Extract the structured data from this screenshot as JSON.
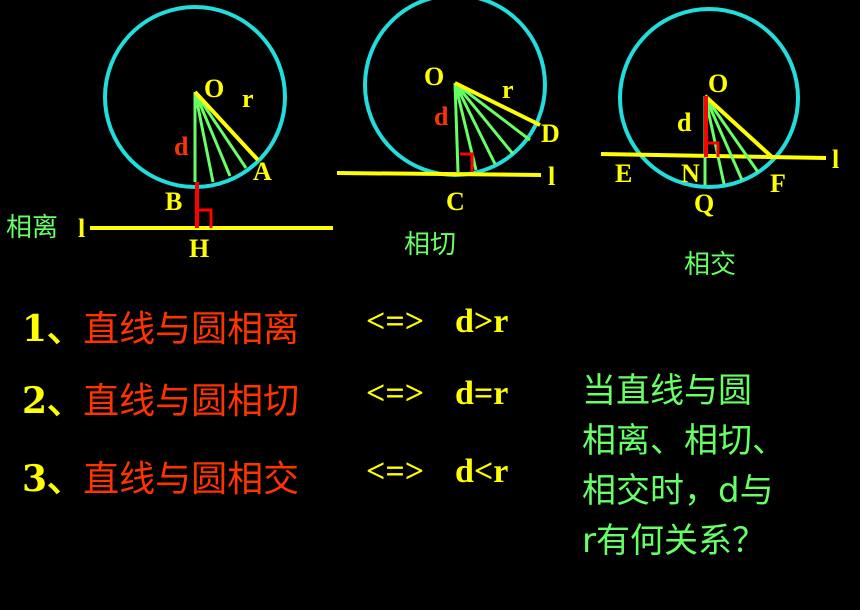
{
  "diagram1": {
    "labels": {
      "O": "O",
      "r": "r",
      "d": "d",
      "A": "A",
      "B": "B",
      "H": "H",
      "l": "l"
    },
    "caption": "相离"
  },
  "diagram2": {
    "labels": {
      "O": "O",
      "r": "r",
      "d": "d",
      "D": "D",
      "C": "C",
      "l": "l"
    },
    "caption": "相切"
  },
  "diagram3": {
    "labels": {
      "O": "O",
      "d": "d",
      "E": "E",
      "N": "N",
      "Q": "Q",
      "F": "F",
      "l": "l"
    },
    "caption": "相交"
  },
  "rows": [
    {
      "num": "1、",
      "text": "直线与圆相离",
      "rel": "<=>",
      "cond": "d>r"
    },
    {
      "num": "2、",
      "text": "直线与圆相切",
      "rel": "<=>",
      "cond": "d=r"
    },
    {
      "num": "3、",
      "text": "直线与圆相交",
      "rel": "<=>",
      "cond": "d<r"
    }
  ],
  "question": {
    "line1": "当直线与圆",
    "line2": "相离、相切、",
    "line3": "相交时，d与",
    "line4": "r有何关系？"
  },
  "colors": {
    "circle": "#22dddd",
    "line": "#ffff00",
    "radius": "#66ff66",
    "perp": "#ff0000",
    "label": "#ffff00",
    "red_label": "#ff3300"
  }
}
